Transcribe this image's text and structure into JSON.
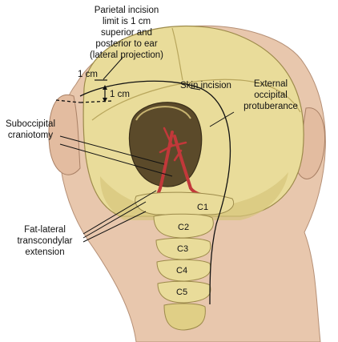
{
  "figure": {
    "labels": {
      "parietal": [
        "Parietal incision",
        "limit is 1 cm",
        "superior and",
        "posterior to ear",
        "(lateral projection)"
      ],
      "dim_horizontal": "1 cm",
      "dim_vertical": "1 cm",
      "skin_incision": "Skin incision",
      "external": [
        "External",
        "occipital",
        "protuberance"
      ],
      "suboccipital": [
        "Suboccipital",
        "craniotomy"
      ],
      "fat_lateral": [
        "Fat-lateral",
        "transcondylar",
        "extension"
      ],
      "vertebrae": [
        "C1",
        "C2",
        "C3",
        "C4",
        "C5"
      ]
    },
    "colors": {
      "bone": "#e9dc9a",
      "bone_shadow": "#b8a65c",
      "skin": "#e8c7ad",
      "artery": "#c2383a",
      "cavity": "#5b4a2a",
      "line": "#111111"
    }
  }
}
